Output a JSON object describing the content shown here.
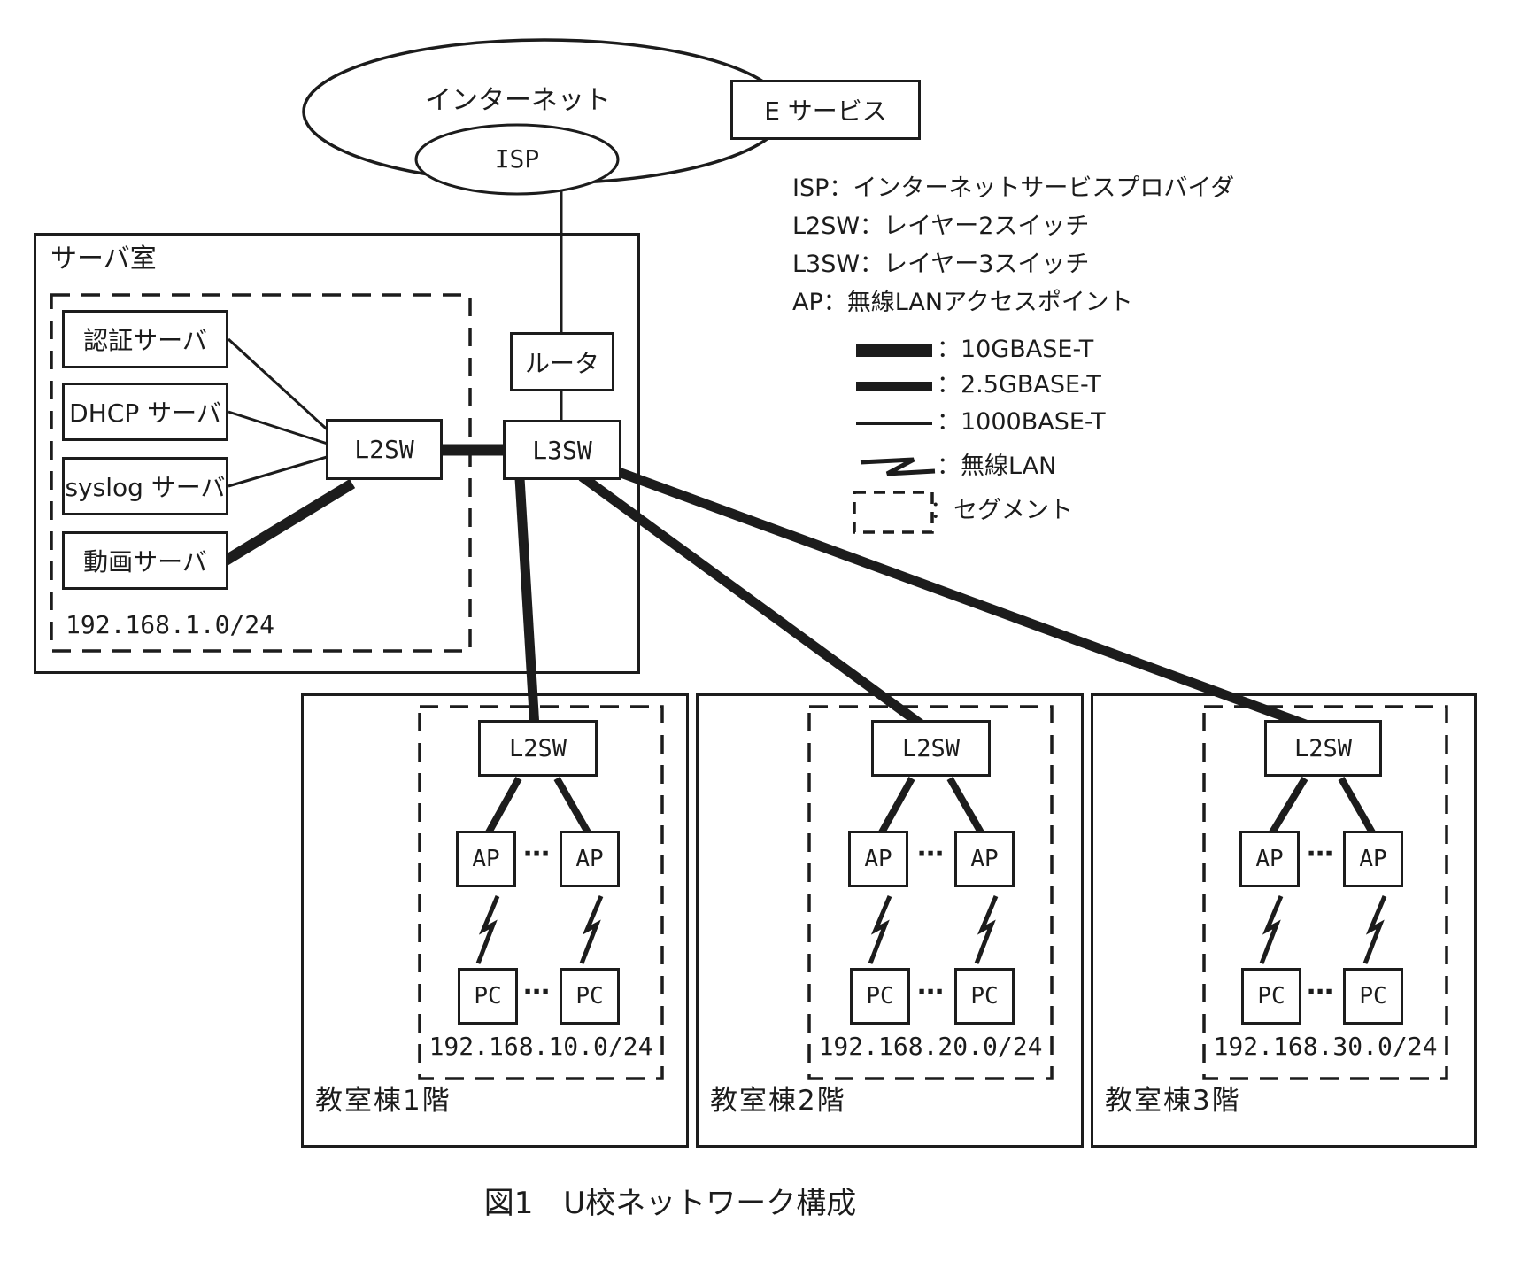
{
  "figure": {
    "caption": "図1　U校ネットワーク構成",
    "colors": {
      "ink": "#1c1c1c",
      "paper": "#ffffff"
    },
    "internet": {
      "cloud_label": "インターネット",
      "isp_label": "ISP",
      "e_service_label": "E サービス"
    },
    "core": {
      "router_label": "ルータ",
      "l3sw_label": "L3SW"
    },
    "server_room": {
      "title": "サーバ室",
      "segment_ip": "192.168.1.0/24",
      "l2sw_label": "L2SW",
      "servers": [
        {
          "label": "認証サーバ"
        },
        {
          "label": "DHCP サーバ"
        },
        {
          "label": "syslog サーバ"
        },
        {
          "label": "動画サーバ"
        }
      ]
    },
    "buildings": [
      {
        "title": "教室棟1階",
        "segment_ip": "192.168.10.0/24",
        "l2sw": "L2SW",
        "ap1": "AP",
        "ap2": "AP",
        "pc1": "PC",
        "pc2": "PC",
        "dots": "⋯"
      },
      {
        "title": "教室棟2階",
        "segment_ip": "192.168.20.0/24",
        "l2sw": "L2SW",
        "ap1": "AP",
        "ap2": "AP",
        "pc1": "PC",
        "pc2": "PC",
        "dots": "⋯"
      },
      {
        "title": "教室棟3階",
        "segment_ip": "192.168.30.0/24",
        "l2sw": "L2SW",
        "ap1": "AP",
        "ap2": "AP",
        "pc1": "PC",
        "pc2": "PC",
        "dots": "⋯"
      }
    ],
    "legend": {
      "definitions": [
        {
          "text": "ISP：インターネットサービスプロバイダ"
        },
        {
          "text": "L2SW：レイヤー2スイッチ"
        },
        {
          "text": "L3SW：レイヤー3スイッチ"
        },
        {
          "text": "AP：無線LANアクセスポイント"
        }
      ],
      "line_types": [
        {
          "symbol": "thick-bar",
          "label": "：10GBASE-T"
        },
        {
          "symbol": "medium-bar",
          "label": "：2.5GBASE-T"
        },
        {
          "symbol": "thin-line",
          "label": "：1000BASE-T"
        },
        {
          "symbol": "wireless-zigzag",
          "label": "：無線LAN"
        },
        {
          "symbol": "dashed-box",
          "label": "：セグメント"
        }
      ]
    },
    "links": [
      {
        "from": "ISP",
        "to": "ルータ",
        "type": "1000BASE-T"
      },
      {
        "from": "ルータ",
        "to": "L3SW",
        "type": "1000BASE-T"
      },
      {
        "from": "認証サーバ",
        "to": "L2SW(サーバ室)",
        "type": "1000BASE-T"
      },
      {
        "from": "DHCP サーバ",
        "to": "L2SW(サーバ室)",
        "type": "1000BASE-T"
      },
      {
        "from": "syslog サーバ",
        "to": "L2SW(サーバ室)",
        "type": "1000BASE-T"
      },
      {
        "from": "動画サーバ",
        "to": "L2SW(サーバ室)",
        "type": "10GBASE-T"
      },
      {
        "from": "L2SW(サーバ室)",
        "to": "L3SW",
        "type": "10GBASE-T"
      },
      {
        "from": "L3SW",
        "to": "L2SW(教室棟1階)",
        "type": "10GBASE-T"
      },
      {
        "from": "L3SW",
        "to": "L2SW(教室棟2階)",
        "type": "10GBASE-T"
      },
      {
        "from": "L3SW",
        "to": "L2SW(教室棟3階)",
        "type": "10GBASE-T"
      },
      {
        "from": "L2SW(教室棟)",
        "to": "AP",
        "type": "2.5GBASE-T"
      },
      {
        "from": "AP",
        "to": "PC",
        "type": "無線LAN"
      }
    ]
  }
}
